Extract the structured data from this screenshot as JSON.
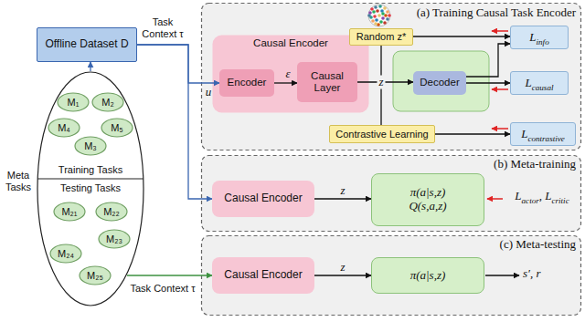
{
  "diagram": {
    "nodes": [
      {
        "text": [
          "Offline Dataset D"
        ]
      },
      {
        "text": [
          "Training Tasks",
          "Testing Tasks"
        ]
      },
      {
        "text": [
          "M₁"
        ],
        "in": 1
      },
      {
        "text": [
          "M₂"
        ],
        "in": 1
      },
      {
        "text": [
          "M₄"
        ],
        "in": 1
      },
      {
        "text": [
          "M₃"
        ],
        "in": 1
      },
      {
        "text": [
          "M₅"
        ],
        "in": 1
      },
      {
        "text": [
          "M₂₁"
        ],
        "in": 1
      },
      {
        "text": [
          "M₂₂"
        ],
        "in": 1
      },
      {
        "text": [
          "M₂₃"
        ],
        "in": 1
      },
      {
        "text": [
          "M₂₄"
        ],
        "in": 1
      },
      {
        "text": [
          "M₂₅"
        ],
        "in": 1
      },
      {
        "text": [
          "(a) Training Causal Task Encoder"
        ]
      },
      {
        "text": [
          "Causal Encoder"
        ],
        "in": 12
      },
      {
        "text": [
          "Encoder"
        ],
        "in": 13
      },
      {
        "text": [
          "Causal Layer"
        ],
        "in": 13
      },
      {
        "text": [
          "Random z*"
        ],
        "in": 12
      },
      {
        "text": [
          "Decoder"
        ],
        "in": 12
      },
      {
        "text": [
          "Contrastive Learning"
        ],
        "in": 12
      },
      {
        "text": [
          "Linfo"
        ],
        "in": 12
      },
      {
        "text": [
          "Lcausal"
        ],
        "in": 12
      },
      {
        "text": [
          "Lcontrastive"
        ],
        "in": 12
      },
      {
        "text": [
          "(b) Meta-training"
        ]
      },
      {
        "text": [
          "Causal Encoder"
        ],
        "in": 22
      },
      {
        "text": [
          "π(a|s,z)",
          "Q(s,a,z)"
        ],
        "in": 22
      },
      {
        "text": [
          "(c) Meta-testing"
        ]
      },
      {
        "text": [
          "Causal Encoder"
        ],
        "in": 25
      },
      {
        "text": [
          "π(a|s,z)"
        ],
        "in": 25
      }
    ],
    "edges": [
      {
        "from": 1,
        "to": 0,
        "arrow": "to"
      },
      {
        "from": 0,
        "to": 14,
        "arrow": "to"
      },
      {
        "from": 0,
        "to": 23,
        "arrow": "to"
      },
      {
        "from": 1,
        "to": 26,
        "arrow": "to"
      },
      {
        "from": 14,
        "to": 15,
        "label": "ε",
        "arrow": "to"
      },
      {
        "from": 15,
        "to": 17,
        "label": "z",
        "arrow": "to"
      },
      {
        "from": 16,
        "to": 19,
        "arrow": "to"
      },
      {
        "from": 16,
        "to": 18,
        "arrow": "none"
      },
      {
        "from": 17,
        "to": 19,
        "arrow": "to"
      },
      {
        "from": 17,
        "to": 20,
        "arrow": "to"
      },
      {
        "from": 18,
        "to": 21,
        "arrow": "to"
      },
      {
        "from": 23,
        "to": 24,
        "label": "z",
        "arrow": "to"
      },
      {
        "from": 26,
        "to": 27,
        "label": "z",
        "arrow": "to"
      }
    ],
    "labels": [
      "Task Context τ",
      "Meta Tasks",
      "Task Context τ",
      "u",
      "Lactor, Lcritic",
      "s′, r"
    ]
  }
}
